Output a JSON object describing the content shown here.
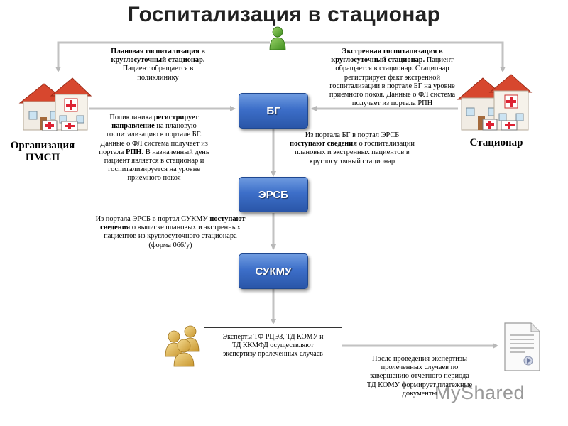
{
  "title": "Госпитализация в стационар",
  "left_label": {
    "line1": "Организация",
    "line2": "ПМСП"
  },
  "right_label": "Стационар",
  "boxes": {
    "bg": "БГ",
    "ersb": "ЭРСБ",
    "sukmu": "СУКМУ"
  },
  "planned": {
    "bold1": "Плановая госпитализация в",
    "bold2": "круглосуточный стационар.",
    "line3": "Пациент обращается в",
    "line4": "поликлинику"
  },
  "emergency": {
    "bold1": "Экстренная госпитализация в",
    "bold2": "круглосуточный стационар.",
    "rest2": " Пациент",
    "line3": "обращается в стационар. Стационар",
    "line4": "регистрирует факт экстренной",
    "line5": "госпитализации в портале БГ на уровне",
    "line6": "приемного покоя. Данные о ФЛ система",
    "line7": "получает из портала РПН"
  },
  "polyclinic": {
    "l1a": "Поликлиника ",
    "l1b": "регистрирует",
    "l2a": "направление",
    "l2b": " на плановую",
    "l3": "госпитализацию в портале БГ.",
    "l4": "Данные о ФЛ система получает из",
    "l5a": "портала ",
    "l5b": "РПН",
    "l5c": ". В назначенный день",
    "l6": "пациент является в стационар и",
    "l7": "госпитализируется на уровне",
    "l8": "приемного покоя"
  },
  "bg_to_ersb": {
    "l1": "Из портала БГ в портал ЭРСБ",
    "l2a": "поступают сведения",
    "l2b": " о госпитализации",
    "l3": "плановых и экстренных пациентов в",
    "l4": "круглосуточный стационар"
  },
  "ersb_to_sukmu": {
    "l1a": "Из портала ЭРСБ в портал СУКМУ ",
    "l1b": "поступают",
    "l2a": "сведения",
    "l2b": " о выписке плановых и экстренных",
    "l3": "пациентов из круглосуточного стационара",
    "l4": "(форма 066/у)"
  },
  "experts": {
    "l1": "Эксперты ТФ РЦЭЗ, ТД КОМУ и",
    "l2": "ТД ККМФД осуществляют",
    "l3": "экспертизу пролеченных случаев"
  },
  "after": {
    "l1": "После проведения экспертизы",
    "l2": "пролеченных случаев по",
    "l3": "завершению отчетного периода",
    "l4": "ТД КОМУ формирует платежные",
    "l5": "документы"
  },
  "watermark": "MyShared"
}
